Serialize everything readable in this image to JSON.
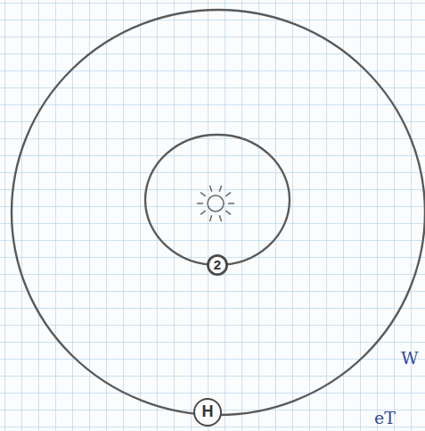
{
  "diagram": {
    "nodes": [
      {
        "text": [
          "2"
        ]
      },
      {
        "text": [
          "H"
        ]
      }
    ],
    "labels": [
      "W",
      "eT"
    ]
  }
}
